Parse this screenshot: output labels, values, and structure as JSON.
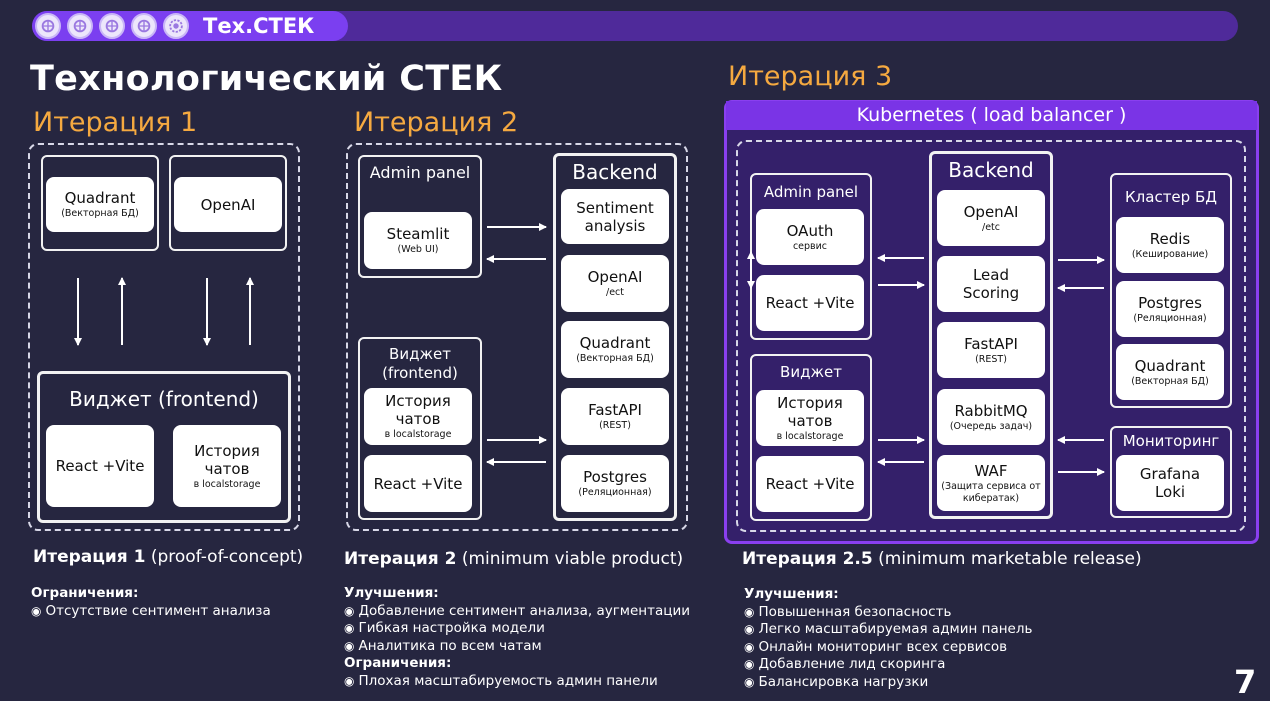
{
  "header": {
    "title": "Тех.СТЕК",
    "logo_count": 5
  },
  "page_title": "Технологический СТЕК",
  "page_number": "7",
  "iter1": {
    "title": "Итерация 1",
    "quadrant": {
      "main": "Quadrant",
      "sub": "(Векторная БД)"
    },
    "openai": {
      "main": "OpenAI"
    },
    "widget_title": "Виджет (frontend)",
    "react": {
      "main": "React +Vite"
    },
    "history": {
      "main": "История чатов",
      "sub": "в localstorage"
    },
    "caption_bold": "Итерация 1",
    "caption_rest": " (proof-of-concept)",
    "notes": [
      {
        "type": "heading",
        "text": "Ограничения:"
      },
      {
        "type": "bullet",
        "text": "Отсутствие сентимент анализа"
      }
    ]
  },
  "iter2": {
    "title": "Итерация 2",
    "admin_title": "Admin panel",
    "steamlit": {
      "main": "Steamlit",
      "sub": "(Web UI)"
    },
    "widget_title": "Виджет (frontend)",
    "history": {
      "main": "История чатов",
      "sub": "в localstorage"
    },
    "react": {
      "main": "React +Vite"
    },
    "backend_title": "Backend",
    "backend": [
      {
        "main": "Sentiment analysis",
        "sub": ""
      },
      {
        "main": "OpenAI",
        "sub": "/ect"
      },
      {
        "main": "Quadrant",
        "sub": "(Векторная БД)"
      },
      {
        "main": "FastAPI",
        "sub": "(REST)"
      },
      {
        "main": "Postgres",
        "sub": "(Реляционная)"
      }
    ],
    "caption_bold": "Итерация 2",
    "caption_rest": " (minimum viable product)",
    "notes": [
      {
        "type": "heading",
        "text": "Улучшения:"
      },
      {
        "type": "bullet",
        "text": "Добавление сентимент анализа, аугментации"
      },
      {
        "type": "bullet",
        "text": "Гибкая настройка модели"
      },
      {
        "type": "bullet",
        "text": "Аналитика по всем чатам"
      },
      {
        "type": "heading",
        "text": "Ограничения:"
      },
      {
        "type": "bullet",
        "text": "Плохая масштабируемость админ панели"
      }
    ]
  },
  "iter3": {
    "title": "Итерация 3",
    "k8s_title": "Kubernetes ( load balancer )",
    "admin_title": "Admin panel",
    "oauth": {
      "main": "OAuth",
      "sub": "сервис"
    },
    "react_admin": {
      "main": "React +Vite"
    },
    "widget_title": "Виджет",
    "history": {
      "main": "История чатов",
      "sub": "в localstorage"
    },
    "react_widget": {
      "main": "React +Vite"
    },
    "backend_title": "Backend",
    "backend": [
      {
        "main": "OpenAI",
        "sub": "/etc"
      },
      {
        "main": "Lead Scoring",
        "sub": ""
      },
      {
        "main": "FastAPI",
        "sub": "(REST)"
      },
      {
        "main": "RabbitMQ",
        "sub": "(Очередь задач)"
      },
      {
        "main": "WAF",
        "sub": "(Защита сервиса от кибератак)"
      }
    ],
    "cluster_title": "Кластер БД",
    "cluster": [
      {
        "main": "Redis",
        "sub": "(Кеширование)"
      },
      {
        "main": "Postgres",
        "sub": "(Реляционная)"
      },
      {
        "main": "Quadrant",
        "sub": "(Векторная БД)"
      }
    ],
    "monitoring_title": "Мониторинг",
    "grafana": {
      "main": "Grafana Loki",
      "sub": ""
    },
    "caption_bold": "Итерация 2.5",
    "caption_rest": " (minimum marketable release)",
    "notes": [
      {
        "type": "heading",
        "text": "Улучшения:"
      },
      {
        "type": "bullet",
        "text": "Повышенная безопасность"
      },
      {
        "type": "bullet",
        "text": "Легко масштабируемая админ панель"
      },
      {
        "type": "bullet",
        "text": "Онлайн мониторинг всех сервисов"
      },
      {
        "type": "bullet",
        "text": "Добавление лид скоринга"
      },
      {
        "type": "bullet",
        "text": "Балансировка нагрузки"
      }
    ]
  }
}
